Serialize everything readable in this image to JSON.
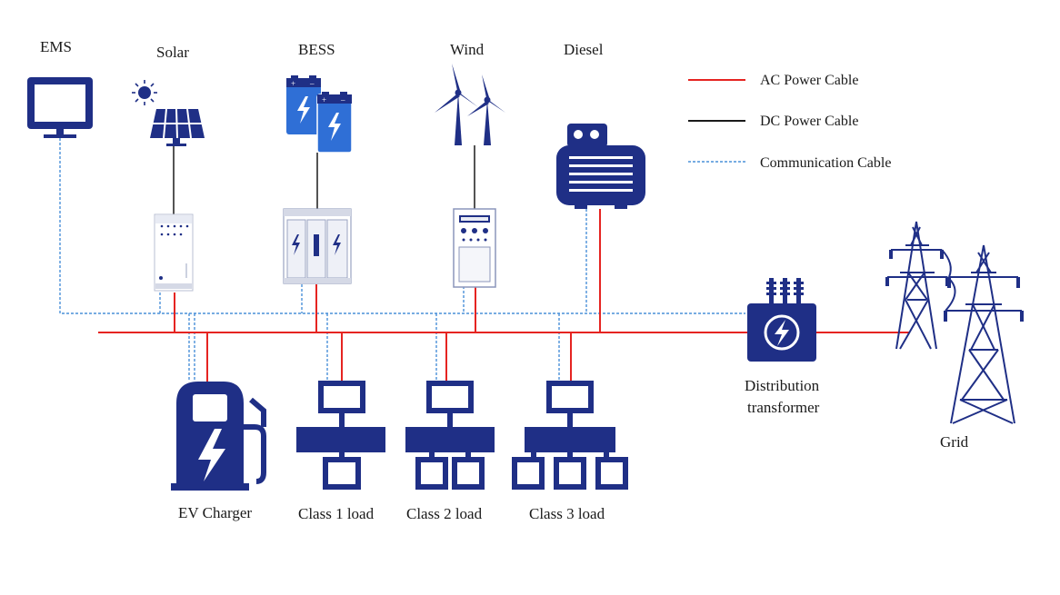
{
  "labels": {
    "ems": "EMS",
    "solar": "Solar",
    "bess": "BESS",
    "wind": "Wind",
    "diesel": "Diesel",
    "ev_charger": "EV Charger",
    "class1": "Class 1 load",
    "class2": "Class 2 load",
    "class3": "Class 3 load",
    "transformer_line1": "Distribution",
    "transformer_line2": "transformer",
    "grid": "Grid"
  },
  "legend": {
    "ac": "AC Power Cable",
    "dc": "DC Power Cable",
    "comm": "Communication Cable"
  },
  "colors": {
    "ac_cable": "#e52421",
    "dc_cable": "#1a1a1a",
    "comm_cable": "#4a90d9",
    "icon_navy": "#1f2f86",
    "battery_blue": "#2f6fd6"
  },
  "icons": [
    "monitor-icon",
    "solar-panel-icon",
    "sun-icon",
    "battery-icon",
    "wind-turbine-icon",
    "diesel-generator-icon",
    "inverter-icon",
    "ev-charger-icon",
    "load-icon",
    "transformer-icon",
    "transmission-tower-icon"
  ]
}
